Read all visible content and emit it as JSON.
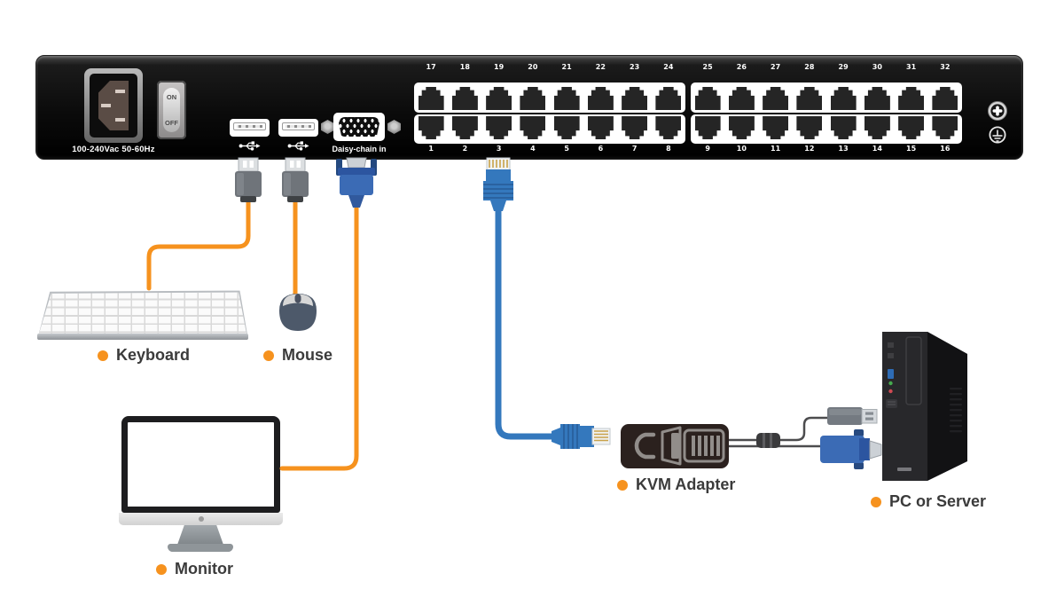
{
  "switch": {
    "power_rating_label": "100-240Vac 50-60Hz",
    "power_switch_on": "ON",
    "power_switch_off": "OFF",
    "daisy_chain_label": "Daisy-chain in",
    "port_blocks": [
      {
        "top_numbers": [
          "17",
          "18",
          "19",
          "20",
          "21",
          "22",
          "23",
          "24"
        ],
        "bottom_numbers": [
          "1",
          "2",
          "3",
          "4",
          "5",
          "6",
          "7",
          "8"
        ]
      },
      {
        "top_numbers": [
          "25",
          "26",
          "27",
          "28",
          "29",
          "30",
          "31",
          "32"
        ],
        "bottom_numbers": [
          "9",
          "10",
          "11",
          "12",
          "13",
          "14",
          "15",
          "16"
        ]
      }
    ]
  },
  "labels": {
    "keyboard": "Keyboard",
    "mouse": "Mouse",
    "monitor": "Monitor",
    "kvm_adapter": "KVM Adapter",
    "pc_or_server": "PC or Server"
  },
  "colors": {
    "accent_orange": "#F6921E",
    "cable_blue": "#3478BD",
    "label_text": "#3B3B3B",
    "chassis_black": "#0B0B0B"
  },
  "icons": {
    "usb_port_icon": "usb-trident",
    "grounding_icon": "protective-earth",
    "screw_icon": "phillips-screw"
  }
}
